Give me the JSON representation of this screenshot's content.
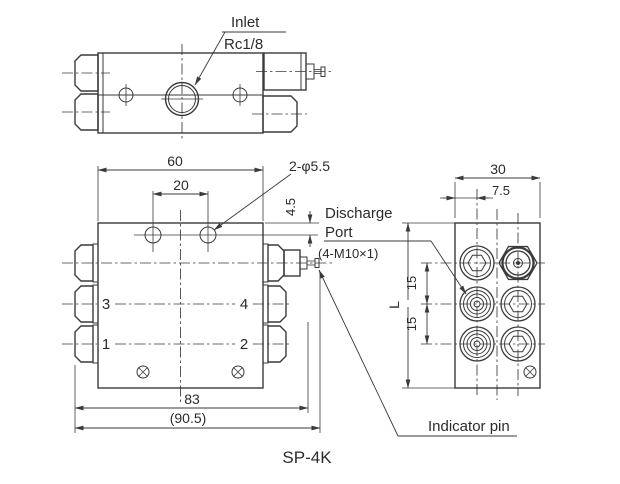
{
  "drawing": {
    "title": "SP-4K",
    "callouts": {
      "inlet_name": "Inlet",
      "inlet_thread": "Rc1/8",
      "top_holes": "2-φ5.5",
      "discharge_1": "Discharge",
      "discharge_2": "Port",
      "discharge_thread": "(4-M10×1)",
      "indicator_pin": "Indicator pin"
    },
    "dims": {
      "body_width": "60",
      "hole_pitch": "20",
      "hole_offset": "4.5",
      "base_width": "83",
      "overall_width": "(90.5)",
      "depth": "30",
      "port_col_offset": "7.5",
      "port_pitch_a": "15",
      "port_pitch_b": "15",
      "length": "L"
    },
    "port_numbers": {
      "p1": "1",
      "p2": "2",
      "p3": "3",
      "p4": "4"
    },
    "colors": {
      "line": "#3a3a3a",
      "background": "#ffffff"
    }
  }
}
